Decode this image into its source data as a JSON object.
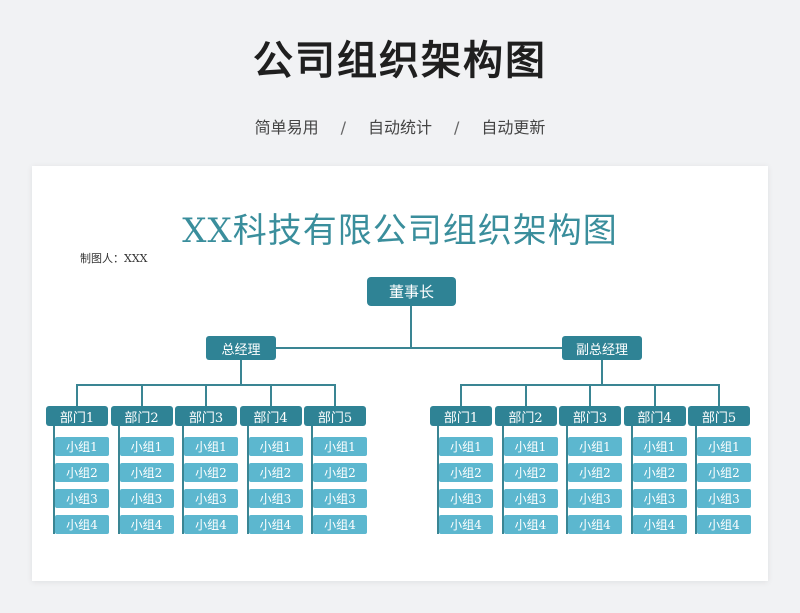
{
  "header": {
    "title": "公司组织架构图",
    "taglines": [
      "简单易用",
      "自动统计",
      "自动更新"
    ],
    "separator": "/"
  },
  "chart": {
    "title": "XX科技有限公司组织架构图",
    "maker": "制图人：XXX"
  },
  "org": {
    "root": "董事长",
    "branches": [
      {
        "name": "总经理",
        "departments": [
          {
            "name": "部门1",
            "groups": [
              "小组1",
              "小组2",
              "小组3",
              "小组4"
            ]
          },
          {
            "name": "部门2",
            "groups": [
              "小组1",
              "小组2",
              "小组3",
              "小组4"
            ]
          },
          {
            "name": "部门3",
            "groups": [
              "小组1",
              "小组2",
              "小组3",
              "小组4"
            ]
          },
          {
            "name": "部门4",
            "groups": [
              "小组1",
              "小组2",
              "小组3",
              "小组4"
            ]
          },
          {
            "name": "部门5",
            "groups": [
              "小组1",
              "小组2",
              "小组3",
              "小组4"
            ]
          }
        ]
      },
      {
        "name": "副总经理",
        "departments": [
          {
            "name": "部门1",
            "groups": [
              "小组1",
              "小组2",
              "小组3",
              "小组4"
            ]
          },
          {
            "name": "部门2",
            "groups": [
              "小组1",
              "小组2",
              "小组3",
              "小组4"
            ]
          },
          {
            "name": "部门3",
            "groups": [
              "小组1",
              "小组2",
              "小组3",
              "小组4"
            ]
          },
          {
            "name": "部门4",
            "groups": [
              "小组1",
              "小组2",
              "小组3",
              "小组4"
            ]
          },
          {
            "name": "部门5",
            "groups": [
              "小组1",
              "小组2",
              "小组3",
              "小组4"
            ]
          }
        ]
      }
    ]
  },
  "colors": {
    "node": "#2f8395",
    "group": "#5cb7cf",
    "line": "#3a8593",
    "title": "#3a8e9c"
  }
}
